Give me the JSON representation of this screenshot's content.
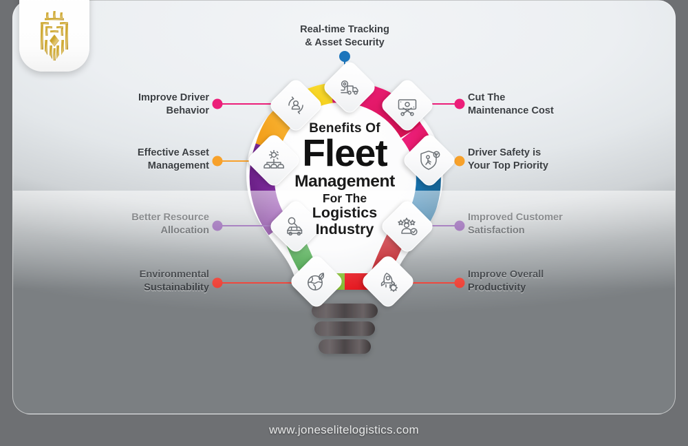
{
  "footer": {
    "url": "www.joneselitelogistics.com"
  },
  "logo": {
    "name": "jones-elite-logistics-crest",
    "color": "#c9a227"
  },
  "center": {
    "line1": "Benefits Of",
    "line2": "Fleet",
    "line3": "Management",
    "line4": "For The",
    "line5": "Logistics",
    "line6": "Industry"
  },
  "benefits": [
    {
      "id": "real-time-tracking",
      "label_line1": "Real-time Tracking",
      "label_line2": "& Asset Security",
      "side": "top",
      "dot_color": "#1c75bc",
      "icon": "truck-location-icon"
    },
    {
      "id": "improve-driver-behavior",
      "label_line1": "Improve Driver",
      "label_line2": "Behavior",
      "side": "left",
      "dot_color": "#ec1e79",
      "icon": "driver-behavior-cycle-icon"
    },
    {
      "id": "cut-maintenance-cost",
      "label_line1": "Cut The",
      "label_line2": "Maintenance Cost",
      "side": "right",
      "dot_color": "#ec1e79",
      "icon": "scissors-money-icon"
    },
    {
      "id": "effective-asset-management",
      "label_line1": "Effective Asset",
      "label_line2": "Management",
      "side": "left",
      "dot_color": "#f7a12b",
      "icon": "fleet-gear-icon"
    },
    {
      "id": "driver-safety",
      "label_line1": "Driver Safety is",
      "label_line2": "Your Top Priority",
      "side": "right",
      "dot_color": "#f7a12b",
      "icon": "shield-driver-icon"
    },
    {
      "id": "better-resource-allocation",
      "label_line1": "Better Resource",
      "label_line2": "Allocation",
      "side": "left",
      "dot_color": "#7b3fa0",
      "icon": "resource-allocation-icon"
    },
    {
      "id": "improved-customer-satisfaction",
      "label_line1": "Improved Customer",
      "label_line2": "Satisfaction",
      "side": "right",
      "dot_color": "#7b3fa0",
      "icon": "customer-satisfaction-icon"
    },
    {
      "id": "environmental-sustainability",
      "label_line1": "Environmental",
      "label_line2": "Sustainability",
      "side": "left",
      "dot_color": "#ef4136",
      "icon": "eco-globe-leaf-icon"
    },
    {
      "id": "improve-overall-productivity",
      "label_line1": "Improve Overall",
      "label_line2": "Productivity",
      "side": "right",
      "dot_color": "#ef4136",
      "icon": "productivity-gear-rocket-icon"
    }
  ],
  "ring_colors": {
    "yellow": "#f5d01e",
    "orange": "#f5a623",
    "magenta": "#e6197c",
    "crimson": "#d81e5b",
    "blue": "#1b74b4",
    "purple": "#7b2fa0",
    "green": "#4caf50",
    "lightgreen": "#8cc63e",
    "red": "#d01f26",
    "darkred": "#c01721"
  },
  "bulb_base": {
    "segments": 3,
    "color": "#4a4547"
  }
}
